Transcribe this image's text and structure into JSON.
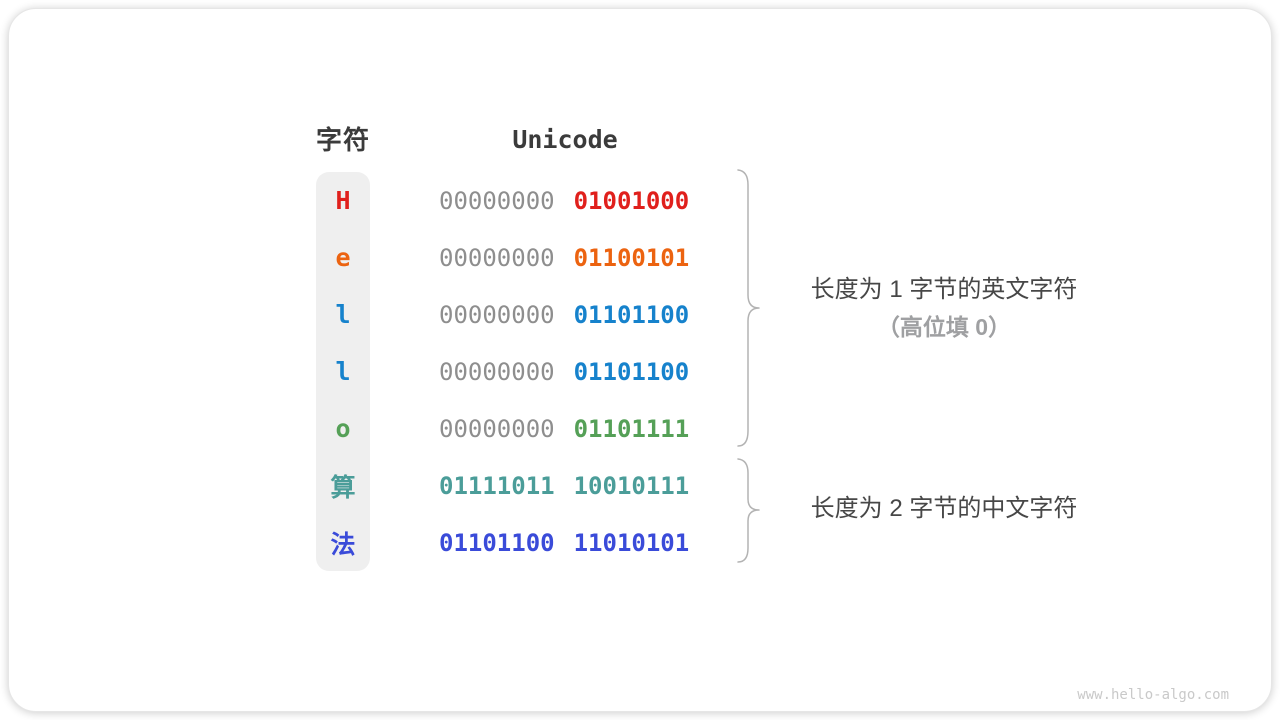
{
  "table": {
    "headers": {
      "char": "字符",
      "unicode": "Unicode"
    },
    "rows": [
      {
        "char": "H",
        "color": "#E0201C",
        "high_byte": "00000000",
        "low_byte": "01001000",
        "high_color": "#8E8E8E",
        "high_weight": "500"
      },
      {
        "char": "e",
        "color": "#EC6310",
        "high_byte": "00000000",
        "low_byte": "01100101",
        "high_color": "#8E8E8E",
        "high_weight": "500"
      },
      {
        "char": "l",
        "color": "#1682CC",
        "high_byte": "00000000",
        "low_byte": "01101100",
        "high_color": "#8E8E8E",
        "high_weight": "500"
      },
      {
        "char": "l",
        "color": "#1682CC",
        "high_byte": "00000000",
        "low_byte": "01101100",
        "high_color": "#8E8E8E",
        "high_weight": "500"
      },
      {
        "char": "o",
        "color": "#55A057",
        "high_byte": "00000000",
        "low_byte": "01101111",
        "high_color": "#8E8E8E",
        "high_weight": "500"
      },
      {
        "char": "算",
        "color": "#4B9D99",
        "high_byte": "01111011",
        "low_byte": "10010111",
        "high_color": "#4B9D99",
        "high_weight": "700"
      },
      {
        "char": "法",
        "color": "#3A4BD9",
        "high_byte": "01101100",
        "low_byte": "11010101",
        "high_color": "#3A4BD9",
        "high_weight": "700"
      }
    ]
  },
  "annotations": {
    "english": {
      "line1": "长度为 1 字节的英文字符",
      "line2": "（高位填 0）"
    },
    "chinese": {
      "line1": "长度为 2 字节的中文字符"
    }
  },
  "watermark": "www.hello-algo.com",
  "colors": {
    "header_text": "#3B3B3B",
    "annotation_text": "#474747",
    "annotation_muted": "#9FA0A2",
    "brace": "#B3B3B3",
    "watermark": "#C9C9C9"
  }
}
